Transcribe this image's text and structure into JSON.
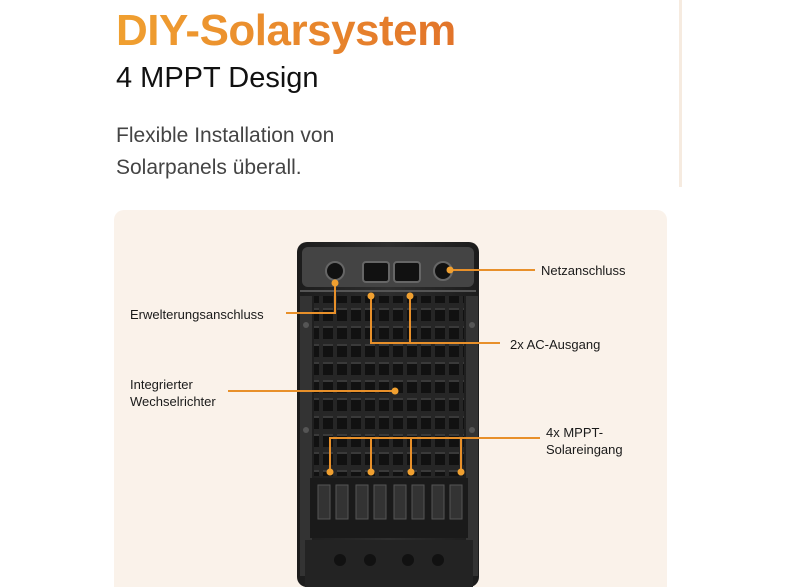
{
  "header": {
    "title": "DIY-Solarsystem",
    "subtitle": "4 MPPT Design",
    "description": "Flexible Installation von Solarpanels überall."
  },
  "callouts": {
    "grid_connection": "Netzanschluss",
    "expansion_port": "Erwelterungsanschluss",
    "ac_output": "2x AC-Ausgang",
    "inverter": "Integrierter Wechselrichter",
    "mppt_input": "4x MPPT-Solareingang"
  },
  "colors": {
    "accent": "#e8902a",
    "panel_bg": "#faf2ea",
    "device": "#2a2a2a"
  }
}
